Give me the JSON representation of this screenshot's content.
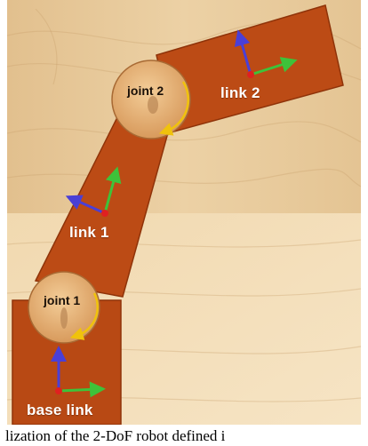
{
  "labels": {
    "joint_1": "joint 1",
    "joint_2": "joint 2",
    "link_1": "link 1",
    "link_2": "link 2",
    "base_link": "base link"
  },
  "caption": "lization of the 2-DoF robot defined i",
  "colors": {
    "wood_upper": "#e9cc9e",
    "wood_lower": "#f3ddb7",
    "link": "#b84914",
    "link_shadow": "#8f3309",
    "joint_disc": "#e8b57a",
    "rotation_arrow": "#f0c20c",
    "axis_x": "#3ec23a",
    "axis_y": "#4a3fd6",
    "axis_z": "#e02020"
  }
}
